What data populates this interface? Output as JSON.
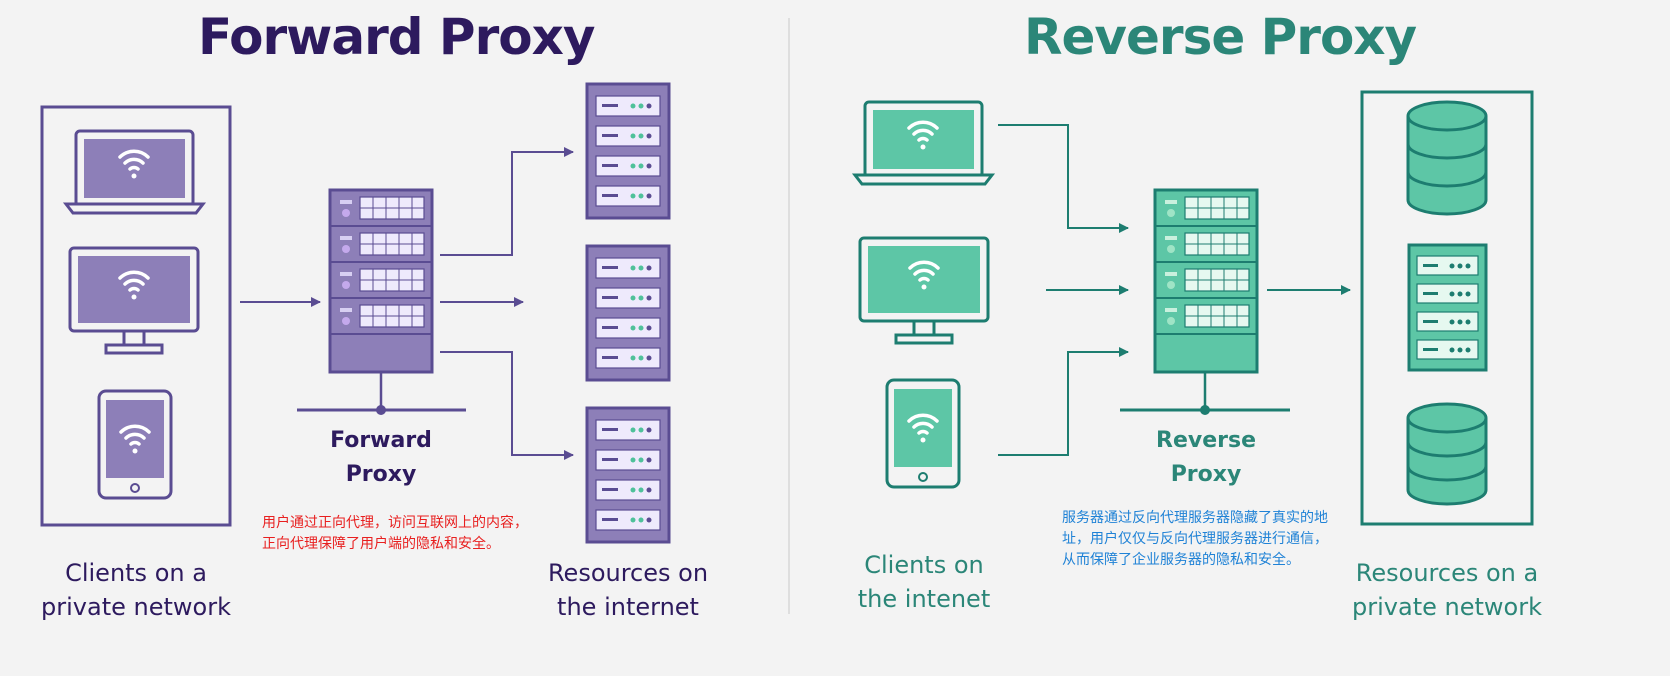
{
  "forward": {
    "title": "Forward Proxy",
    "proxy_label_1": "Forward",
    "proxy_label_2": "Proxy",
    "clients_label_1": "Clients on a",
    "clients_label_2": "private network",
    "resources_label_1": "Resources on",
    "resources_label_2": "the internet",
    "note": "用户通过正向代理，访问互联网上的内容，正向代理保障了用户端的隐私和安全。",
    "color": "#2d1a5e",
    "accent": "#8d7fb8"
  },
  "reverse": {
    "title": "Reverse Proxy",
    "proxy_label_1": "Reverse",
    "proxy_label_2": "Proxy",
    "clients_label_1": "Clients on",
    "clients_label_2": "the intenet",
    "resources_label_1": "Resources on a",
    "resources_label_2": "private network",
    "note": "服务器通过反向代理服务器隐藏了真实的地址，用户仅仅与反向代理服务器进行通信，从而保障了企业服务器的隐私和安全。",
    "color": "#2b8678",
    "accent": "#5dc6a6"
  },
  "icons": {
    "client_devices": [
      "laptop-icon",
      "monitor-icon",
      "tablet-icon"
    ],
    "proxy": "server-rack-icon",
    "resources_forward": [
      "server-icon",
      "server-icon",
      "server-icon"
    ],
    "resources_reverse": [
      "database-icon",
      "server-icon",
      "database-icon"
    ]
  }
}
